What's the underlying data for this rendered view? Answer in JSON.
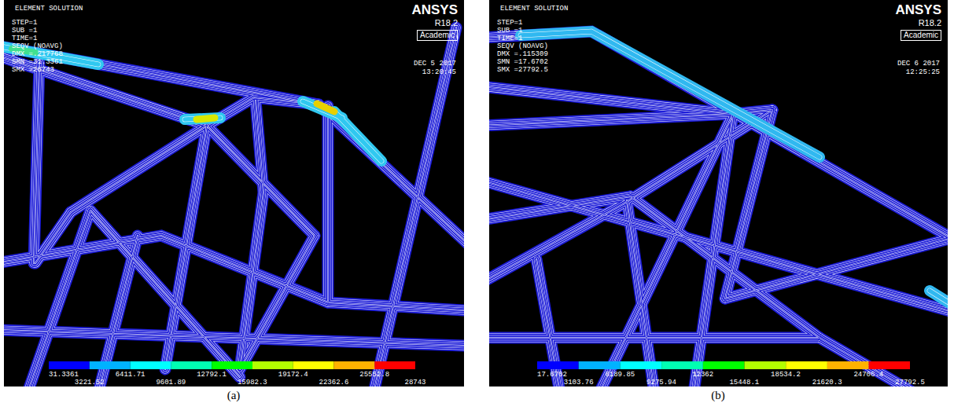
{
  "diagram": {
    "labels": [
      "ELEMENT SOLUTION",
      "STEP=1",
      "SUB =1",
      "TIME=1",
      "SEQV (NOAVG)",
      "DMX =.217768",
      "SMN =31.3361",
      "SMX =28743",
      "ANSYS",
      "R18.2",
      "Academic",
      "DEC 5 2017",
      "13:20:45",
      "31.3361",
      "3221.52",
      "6411.71",
      "9601.89",
      "12792.1",
      "15982.3",
      "19172.4",
      "22362.6",
      "25552.8",
      "28743",
      "ELEMENT SOLUTION",
      "STEP=1",
      "SUB =1",
      "TIME=1",
      "SEQV (NOAVG)",
      "DMX =.115309",
      "SMN =17.6702",
      "SMX =27792.5",
      "ANSYS",
      "R18.2",
      "Academic",
      "DEC 6 2017",
      "12:25:25",
      "17.6702",
      "3103.76",
      "6189.85",
      "9275.94",
      "12362",
      "15448.1",
      "18534.2",
      "21620.3",
      "24706.4",
      "27792.5",
      "(a)",
      "(b)"
    ]
  }
}
